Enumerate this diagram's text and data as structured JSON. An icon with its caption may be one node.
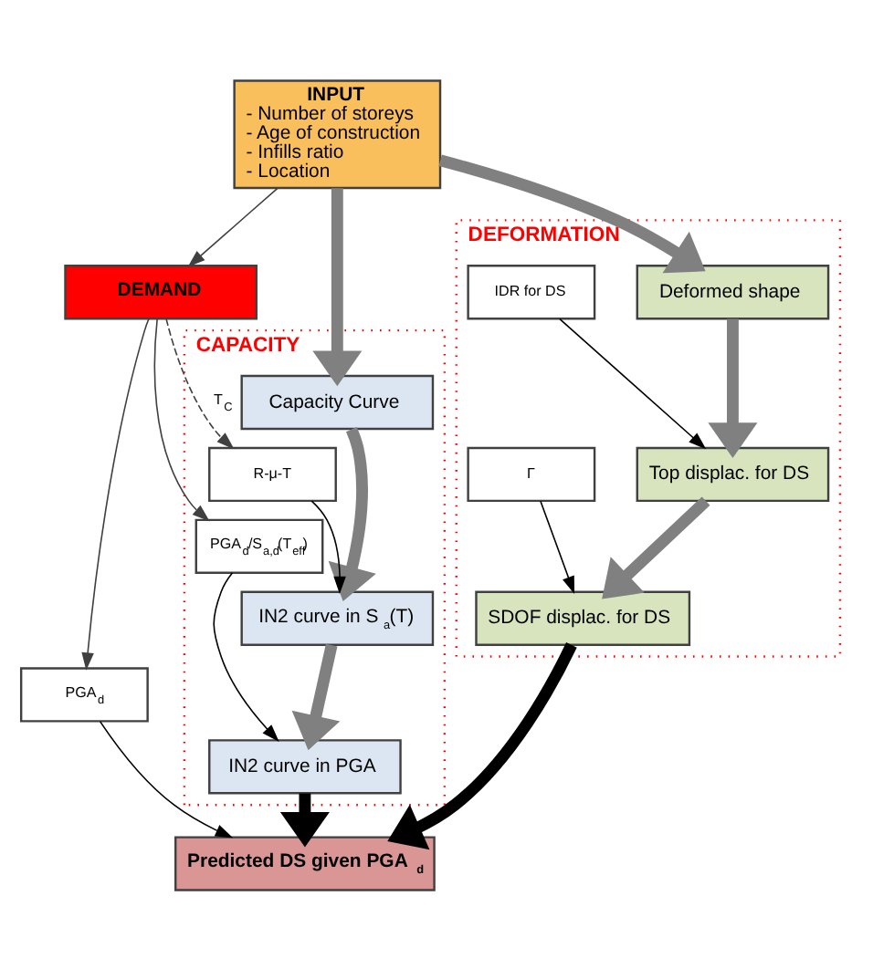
{
  "diagram": {
    "nodes": [
      {
        "text": [
          "INPUT",
          "- Number of storeys",
          "- Age of construction",
          "- Infills ratio",
          "- Location"
        ]
      },
      {
        "text": [
          "CAPACITY"
        ]
      },
      {
        "text": [
          "Capacity Curve"
        ],
        "in": 1
      },
      {
        "text": [
          "R-μ-T"
        ],
        "in": 1
      },
      {
        "text": [
          "IN2 curve in S$_{a}$(T)"
        ],
        "in": 1
      },
      {
        "text": [
          "PGA$_{d}$/S$_{a,d}$(T$_{eff}$)"
        ],
        "in": 1
      },
      {
        "text": [
          "IN2 curve in PGA"
        ],
        "in": 1
      },
      {
        "text": [
          "DEFORMATION"
        ]
      },
      {
        "text": [
          "Deformed shape"
        ],
        "in": 7
      },
      {
        "text": [
          "IDR for DS"
        ],
        "in": 7
      },
      {
        "text": [
          "Top displac. for DS"
        ],
        "in": 7
      },
      {
        "text": [
          "Γ"
        ],
        "in": 7
      },
      {
        "text": [
          "SDOF displac. for DS"
        ],
        "in": 7
      },
      {
        "text": [
          "DEMAND"
        ]
      },
      {
        "text": [
          "PGA$_{d}$"
        ]
      },
      {
        "text": [
          "Predicted DS given PGA$_{d}$"
        ]
      }
    ],
    "edges": [
      {
        "from": 0,
        "to": 2,
        "arrow": "to",
        "style": "thick",
        "color": "#808080"
      },
      {
        "from": 2,
        "to": 4,
        "arrow": "to",
        "style": "thick",
        "color": "#808080"
      },
      {
        "from": 4,
        "to": 6,
        "arrow": "to",
        "style": "thick",
        "color": "#808080"
      },
      {
        "from": 0,
        "to": 8,
        "arrow": "to",
        "style": "thick",
        "color": "#808080"
      },
      {
        "from": 8,
        "to": 10,
        "arrow": "to",
        "style": "thick",
        "color": "#808080"
      },
      {
        "from": 10,
        "to": 12,
        "arrow": "to",
        "style": "thick",
        "color": "#808080"
      },
      {
        "from": 3,
        "to": 4,
        "arrow": "to"
      },
      {
        "from": 5,
        "to": 6,
        "arrow": "to"
      },
      {
        "from": 9,
        "to": 10,
        "arrow": "to"
      },
      {
        "from": 11,
        "to": 12,
        "arrow": "to"
      },
      {
        "from": 6,
        "to": 15,
        "arrow": "to",
        "style": "thick"
      },
      {
        "from": 12,
        "to": 15,
        "arrow": "to",
        "style": "thick"
      },
      {
        "from": 0,
        "to": 13,
        "arrow": "to",
        "color": "#404040"
      },
      {
        "from": 13,
        "to": 3,
        "arrow": "to",
        "label": "T$_{C}$",
        "style": "dashed",
        "color": "#404040"
      },
      {
        "from": 13,
        "to": 5,
        "arrow": "to",
        "color": "#404040"
      },
      {
        "from": 13,
        "to": 14,
        "arrow": "to",
        "color": "#404040"
      },
      {
        "from": 14,
        "to": 15,
        "arrow": "to"
      }
    ]
  }
}
